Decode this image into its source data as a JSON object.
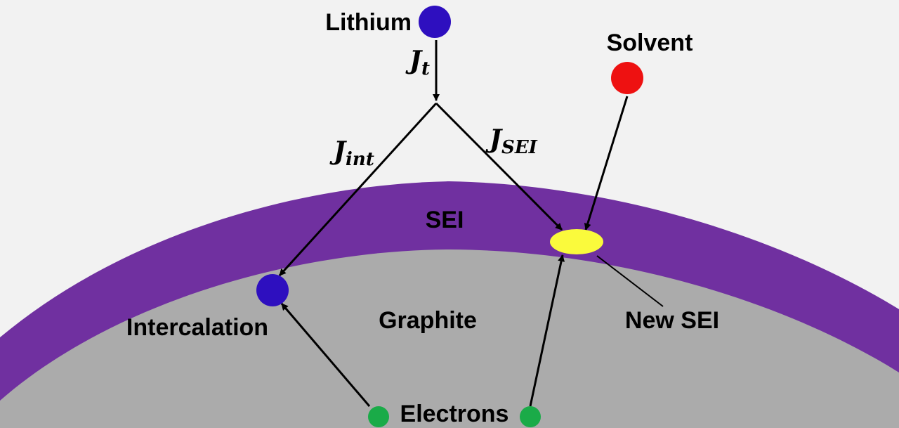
{
  "labels": {
    "lithium": "Lithium",
    "solvent": "Solvent",
    "sei": "SEI",
    "graphite": "Graphite",
    "intercalation": "Intercalation",
    "new_sei": "New SEI",
    "electrons": "Electrons"
  },
  "fluxes": {
    "total": {
      "main": "J",
      "sub": "t"
    },
    "intercalation": {
      "main": "J",
      "sub": "int"
    },
    "sei": {
      "main": "J",
      "sub": "SEI"
    }
  },
  "colors": {
    "background": "#f2f2f2",
    "sei_layer": "#7030a0",
    "graphite": "#ababab",
    "lithium": "#2e0fbf",
    "solvent": "#ee1111",
    "electron": "#1aab48",
    "new_sei": "#fafa3c",
    "arrow": "#000000"
  }
}
